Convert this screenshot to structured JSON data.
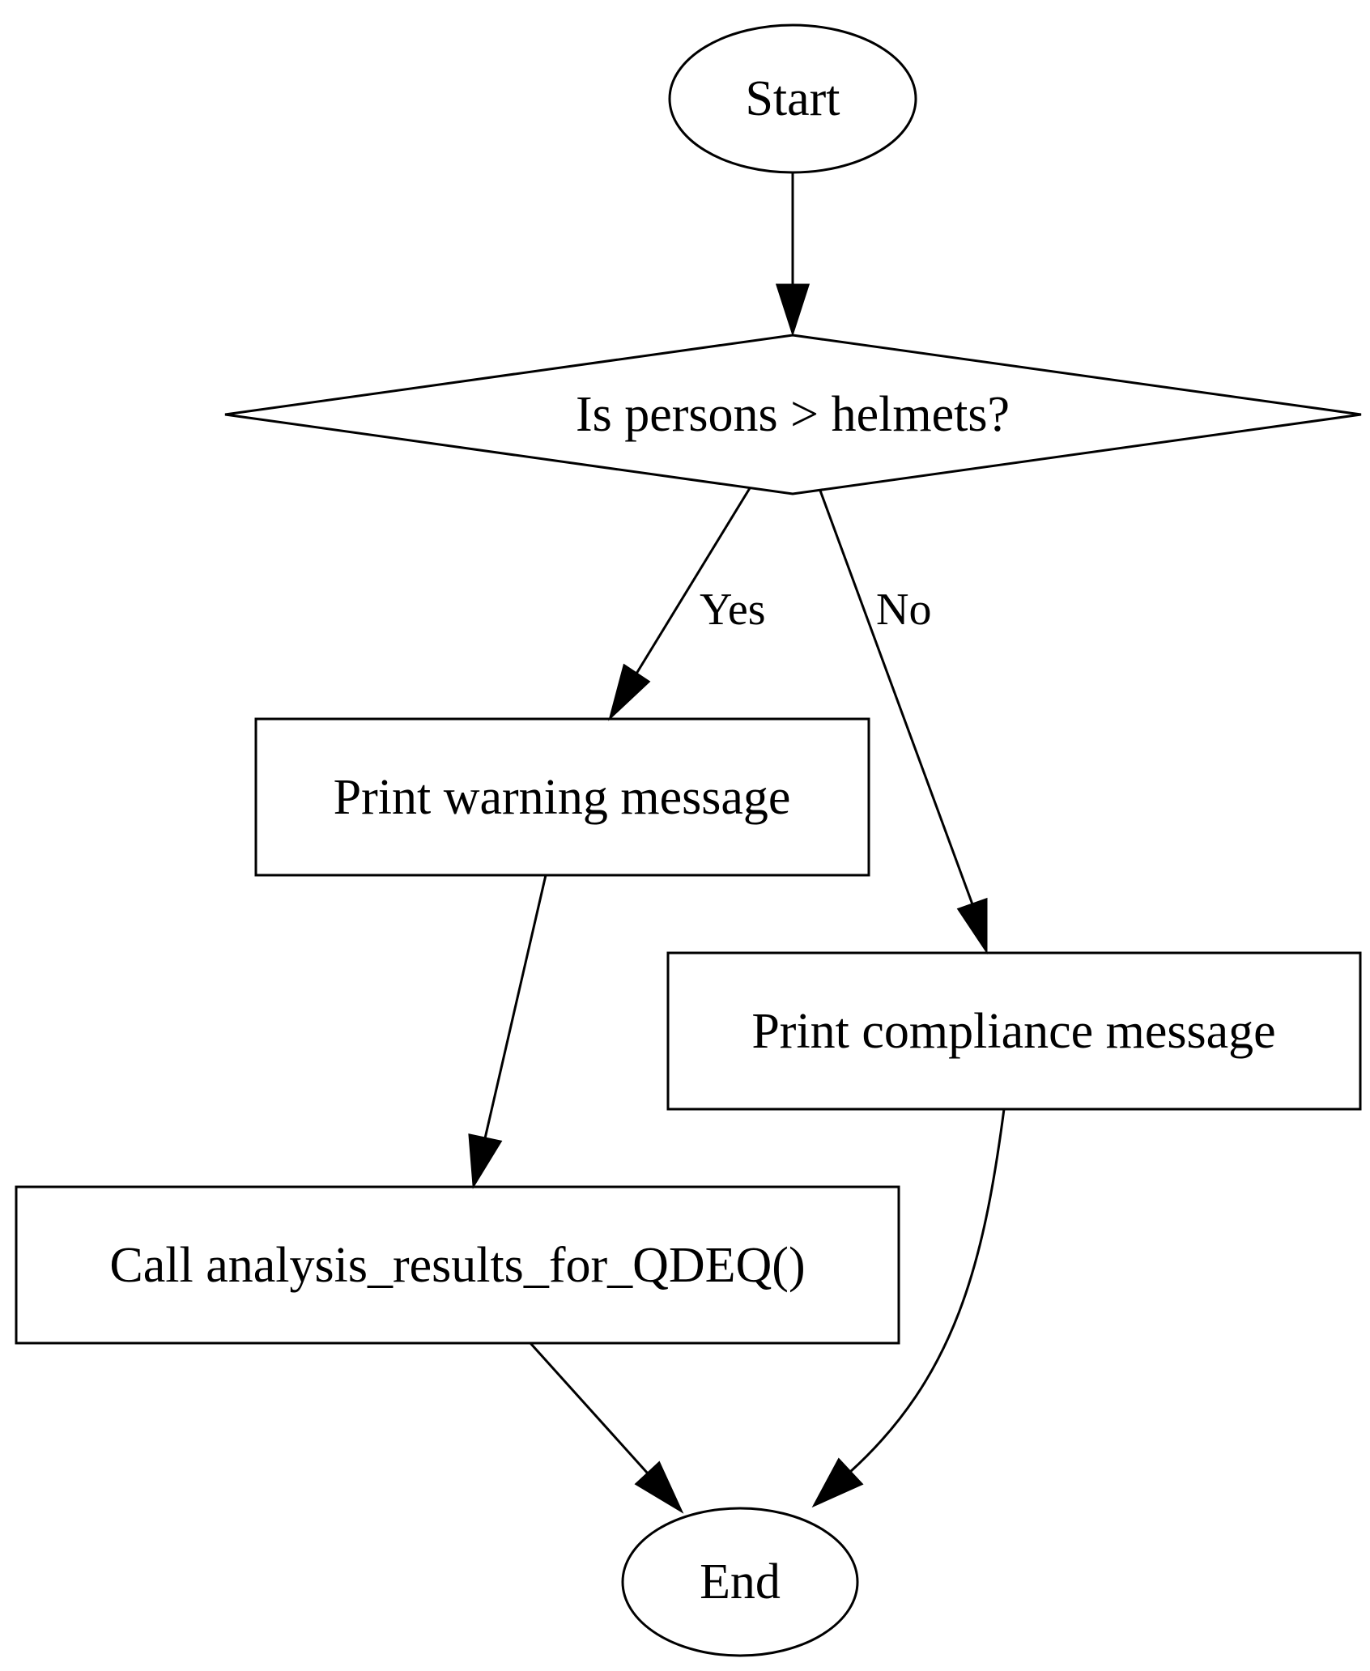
{
  "diagram": {
    "type": "flowchart",
    "nodes": {
      "start": {
        "label": "Start",
        "shape": "ellipse"
      },
      "decision": {
        "label": "Is persons > helmets?",
        "shape": "diamond"
      },
      "warning": {
        "label": "Print warning message",
        "shape": "rectangle"
      },
      "compliance": {
        "label": "Print compliance message",
        "shape": "rectangle"
      },
      "call": {
        "label": "Call analysis_results_for_QDEQ()",
        "shape": "rectangle"
      },
      "end": {
        "label": "End",
        "shape": "ellipse"
      }
    },
    "edges": [
      {
        "id": "start-to-decision",
        "from": "start",
        "to": "decision",
        "label": ""
      },
      {
        "id": "decision-to-warning",
        "from": "decision",
        "to": "warning",
        "label": "Yes"
      },
      {
        "id": "decision-to-compliance",
        "from": "decision",
        "to": "compliance",
        "label": "No"
      },
      {
        "id": "warning-to-call",
        "from": "warning",
        "to": "call",
        "label": ""
      },
      {
        "id": "call-to-end",
        "from": "call",
        "to": "end",
        "label": ""
      },
      {
        "id": "compliance-to-end",
        "from": "compliance",
        "to": "end",
        "label": ""
      }
    ],
    "colors": {
      "stroke": "#000000",
      "fill": "#ffffff",
      "text": "#000000"
    }
  }
}
